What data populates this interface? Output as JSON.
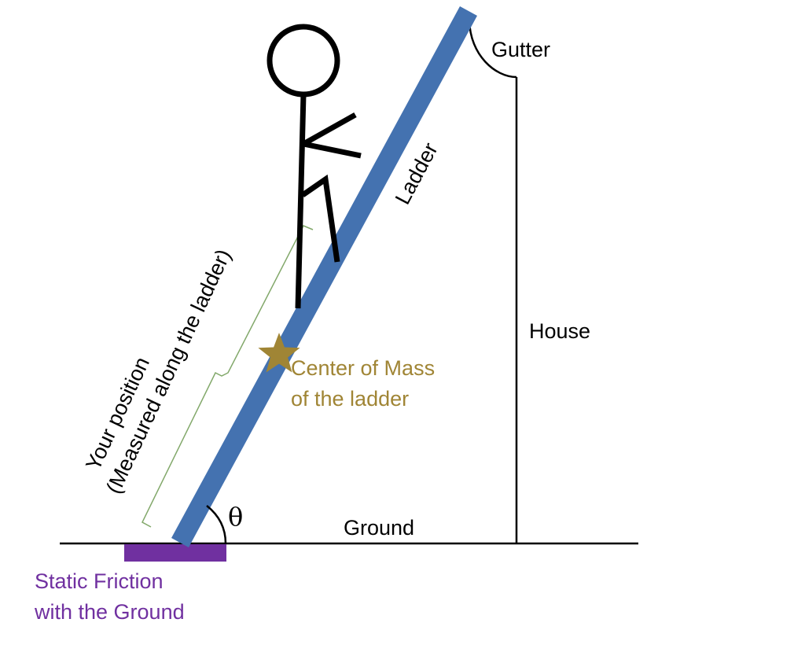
{
  "labels": {
    "gutter": "Gutter",
    "ladder": "Ladder",
    "house": "House",
    "center_of_mass_line1": "Center of Mass",
    "center_of_mass_line2": "of the ladder",
    "position_line1": "Your position",
    "position_line2": "(Measured along the ladder)",
    "theta": "θ",
    "ground": "Ground",
    "friction_line1": "Static Friction",
    "friction_line2": "with the Ground"
  },
  "colors": {
    "ladder": "#4472b0",
    "center_of_mass": "#a08535",
    "friction": "#7030a0",
    "bracket": "#82a86a",
    "line": "#000000"
  }
}
